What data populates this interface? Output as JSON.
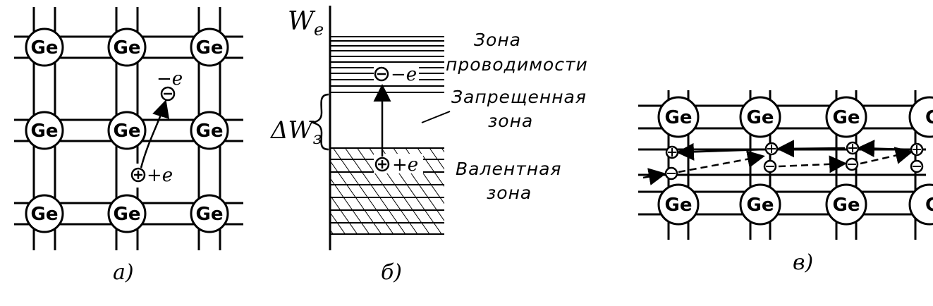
{
  "panel_a": {
    "atoms": [
      "Ge",
      "Ge",
      "Ge",
      "Ge",
      "Ge",
      "Ge",
      "Ge",
      "Ge",
      "Ge"
    ],
    "electron_label": "−e",
    "hole_label": "+e",
    "caption": "а)"
  },
  "panel_b": {
    "energy_axis_label": "W",
    "energy_axis_sub": "e",
    "gap_label": "ΔW",
    "gap_sub": "з",
    "conduction_zone": [
      "Зона",
      "проводимости"
    ],
    "forbidden_zone": [
      "Запрещенная",
      "зона"
    ],
    "valence_zone": [
      "Валентная",
      "зона"
    ],
    "electron_label": "−e",
    "hole_label": "+e",
    "caption": "б)"
  },
  "panel_c": {
    "atoms": [
      "Ge",
      "Ge",
      "Ge",
      "G",
      "Ge",
      "Ge",
      "Ge",
      "G"
    ],
    "caption": "в)"
  }
}
